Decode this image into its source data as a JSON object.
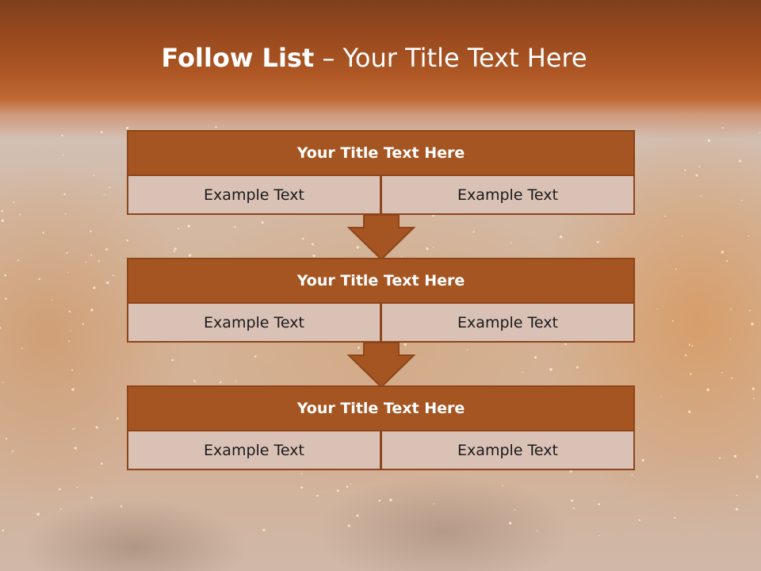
{
  "slide": {
    "title_bold": "Follow List",
    "title_rest": " – Your Title Text Here"
  },
  "blocks": [
    {
      "title": "Your Title Text Here",
      "left_text": "Example Text",
      "right_text": "Example Text"
    },
    {
      "title": "Your Title Text Here",
      "left_text": "Example Text",
      "right_text": "Example Text"
    },
    {
      "title": "Your Title Text Here",
      "left_text": "Example Text",
      "right_text": "Example Text"
    }
  ],
  "colors": {
    "header_fill": "#a55522",
    "border": "#8e451a",
    "cell_fill": "#d9c1b6",
    "title_text": "#ffffff"
  }
}
